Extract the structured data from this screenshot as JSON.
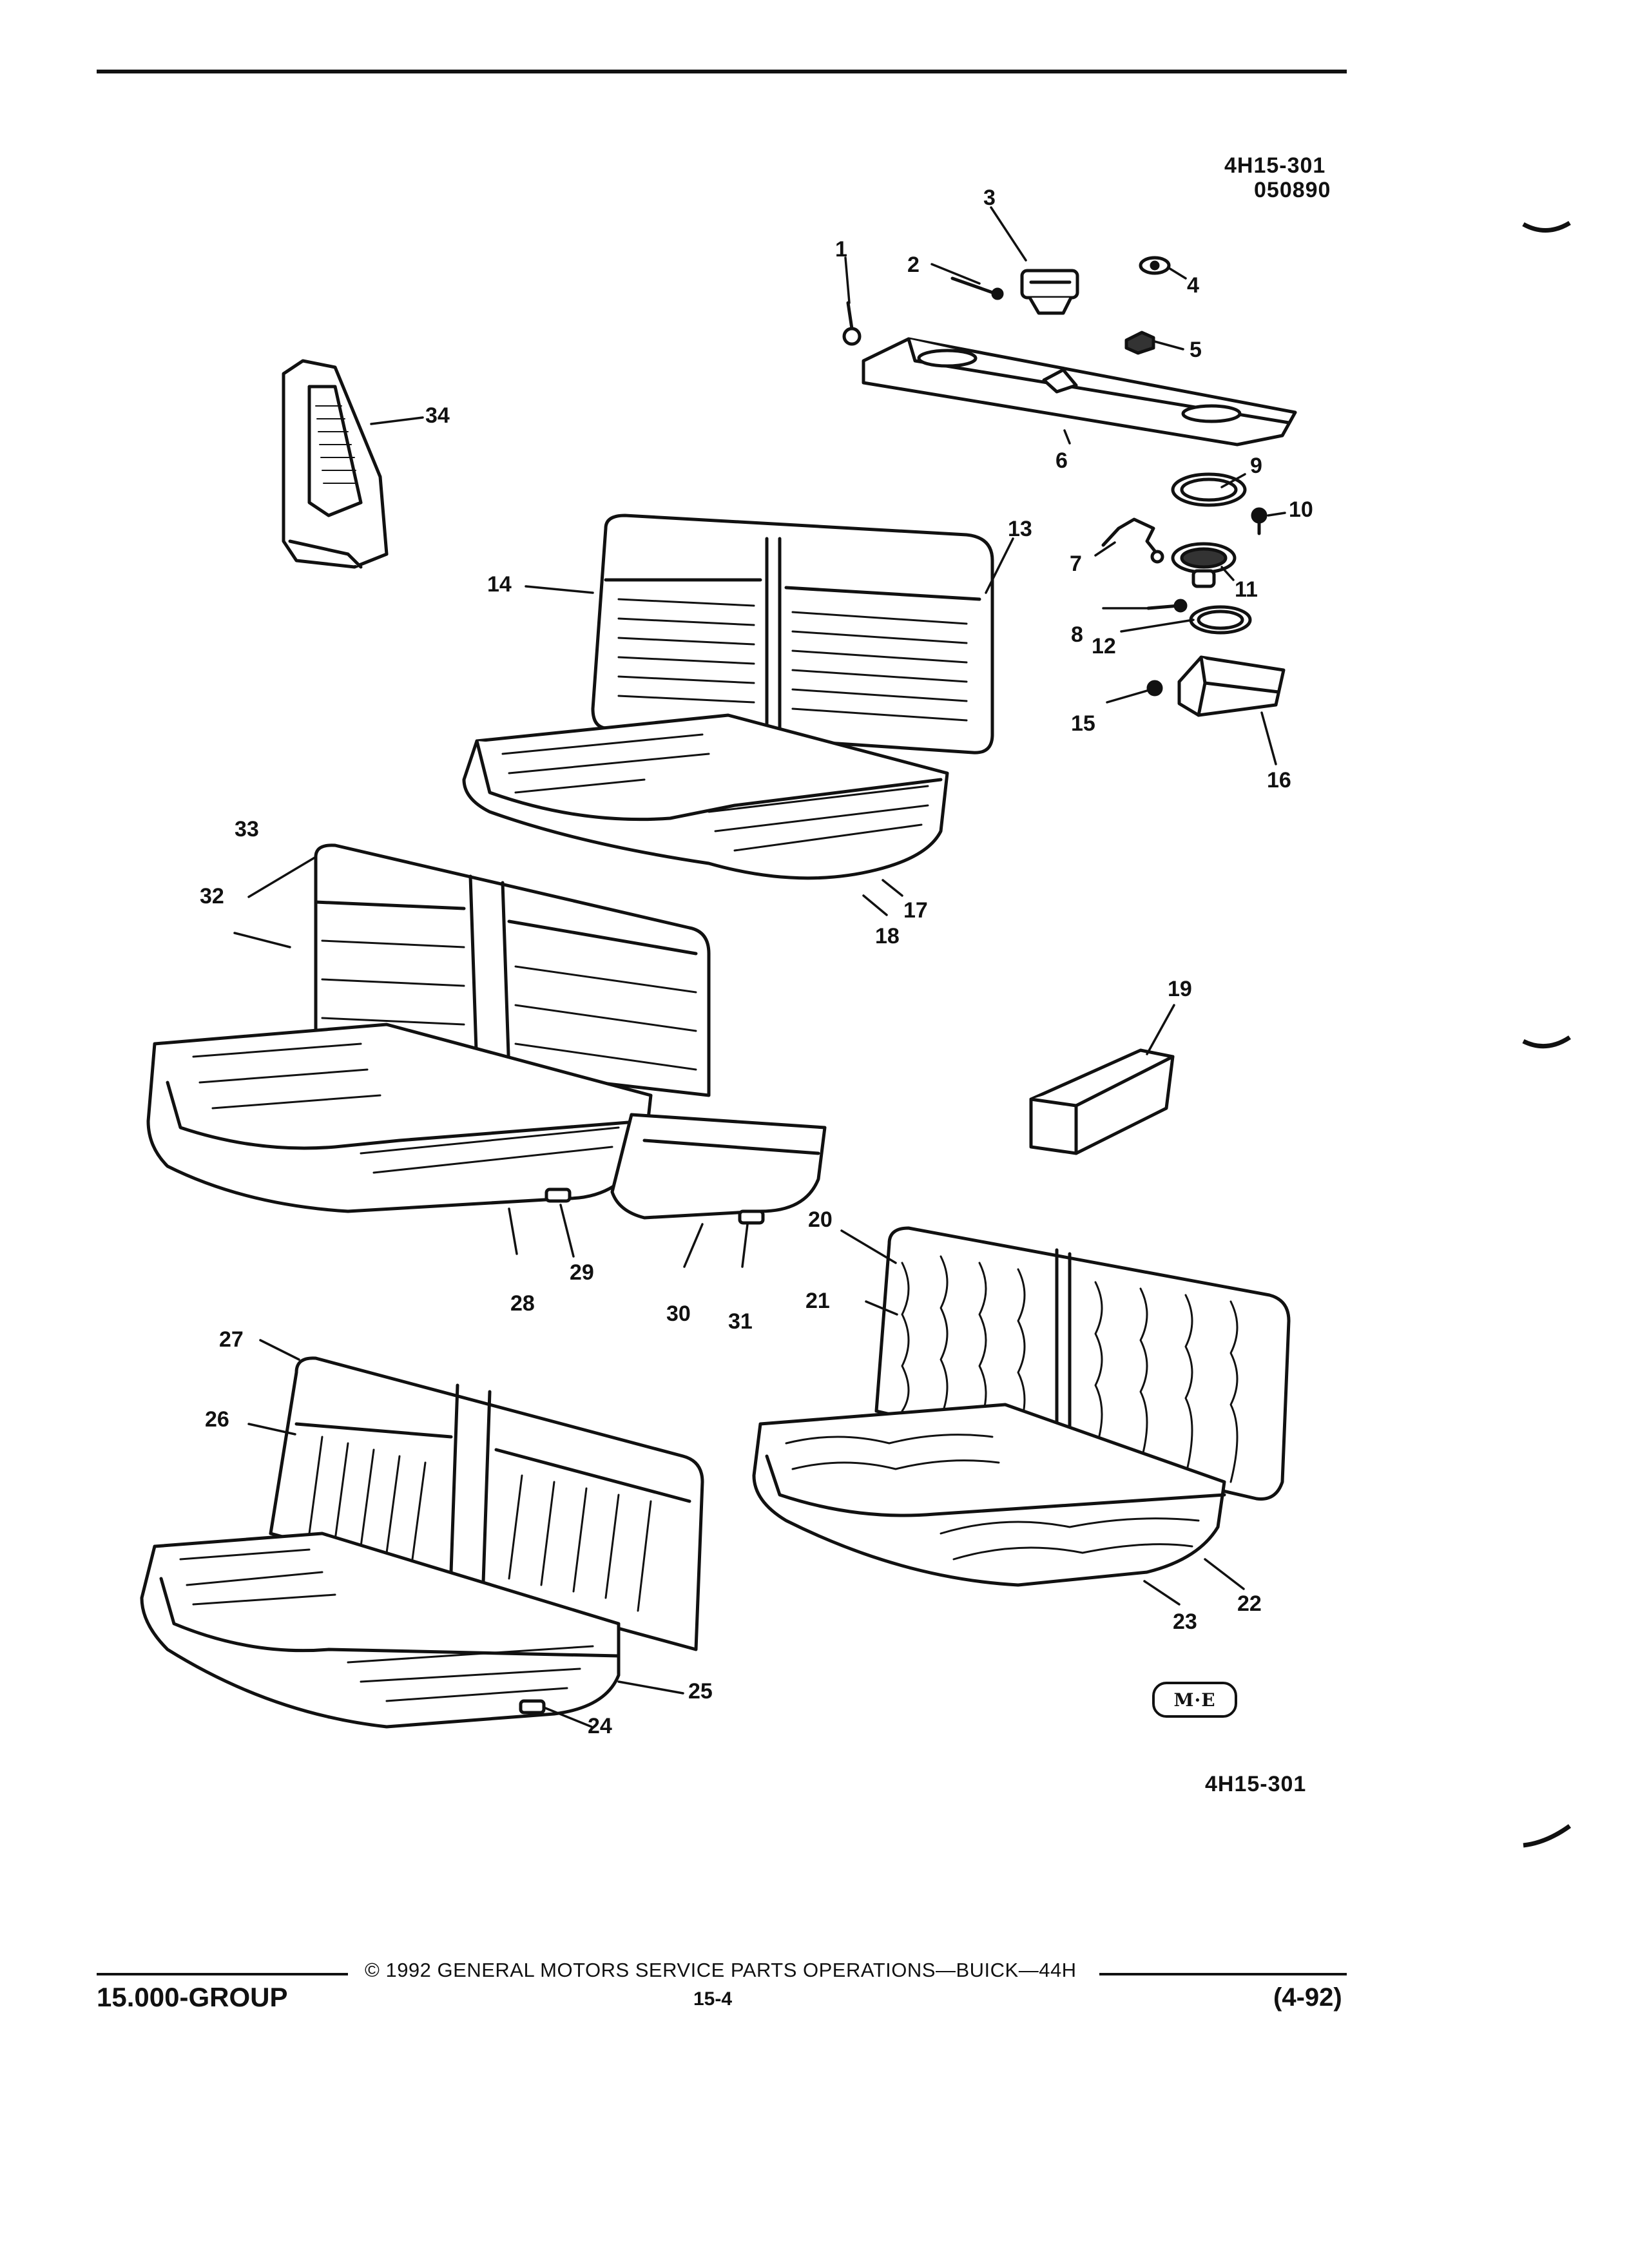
{
  "header": {
    "illustration_id": "4H15-301",
    "illustration_date": "050890"
  },
  "callouts": [
    "1",
    "2",
    "3",
    "4",
    "5",
    "6",
    "7",
    "8",
    "9",
    "10",
    "11",
    "12",
    "13",
    "14",
    "15",
    "16",
    "17",
    "18",
    "19",
    "20",
    "21",
    "22",
    "23",
    "24",
    "25",
    "26",
    "27",
    "28",
    "29",
    "30",
    "31",
    "32",
    "33",
    "34"
  ],
  "stamp_label": "M·E",
  "bottom_id": "4H15-301",
  "footer": {
    "copyright": "© 1992 GENERAL MOTORS SERVICE PARTS OPERATIONS—BUICK—44H",
    "group": "15.000-GROUP",
    "page": "15-4",
    "revision": "(4-92)"
  },
  "colors": {
    "ink": "#111111",
    "paper": "#ffffff",
    "fill": "#f2f2f2"
  }
}
